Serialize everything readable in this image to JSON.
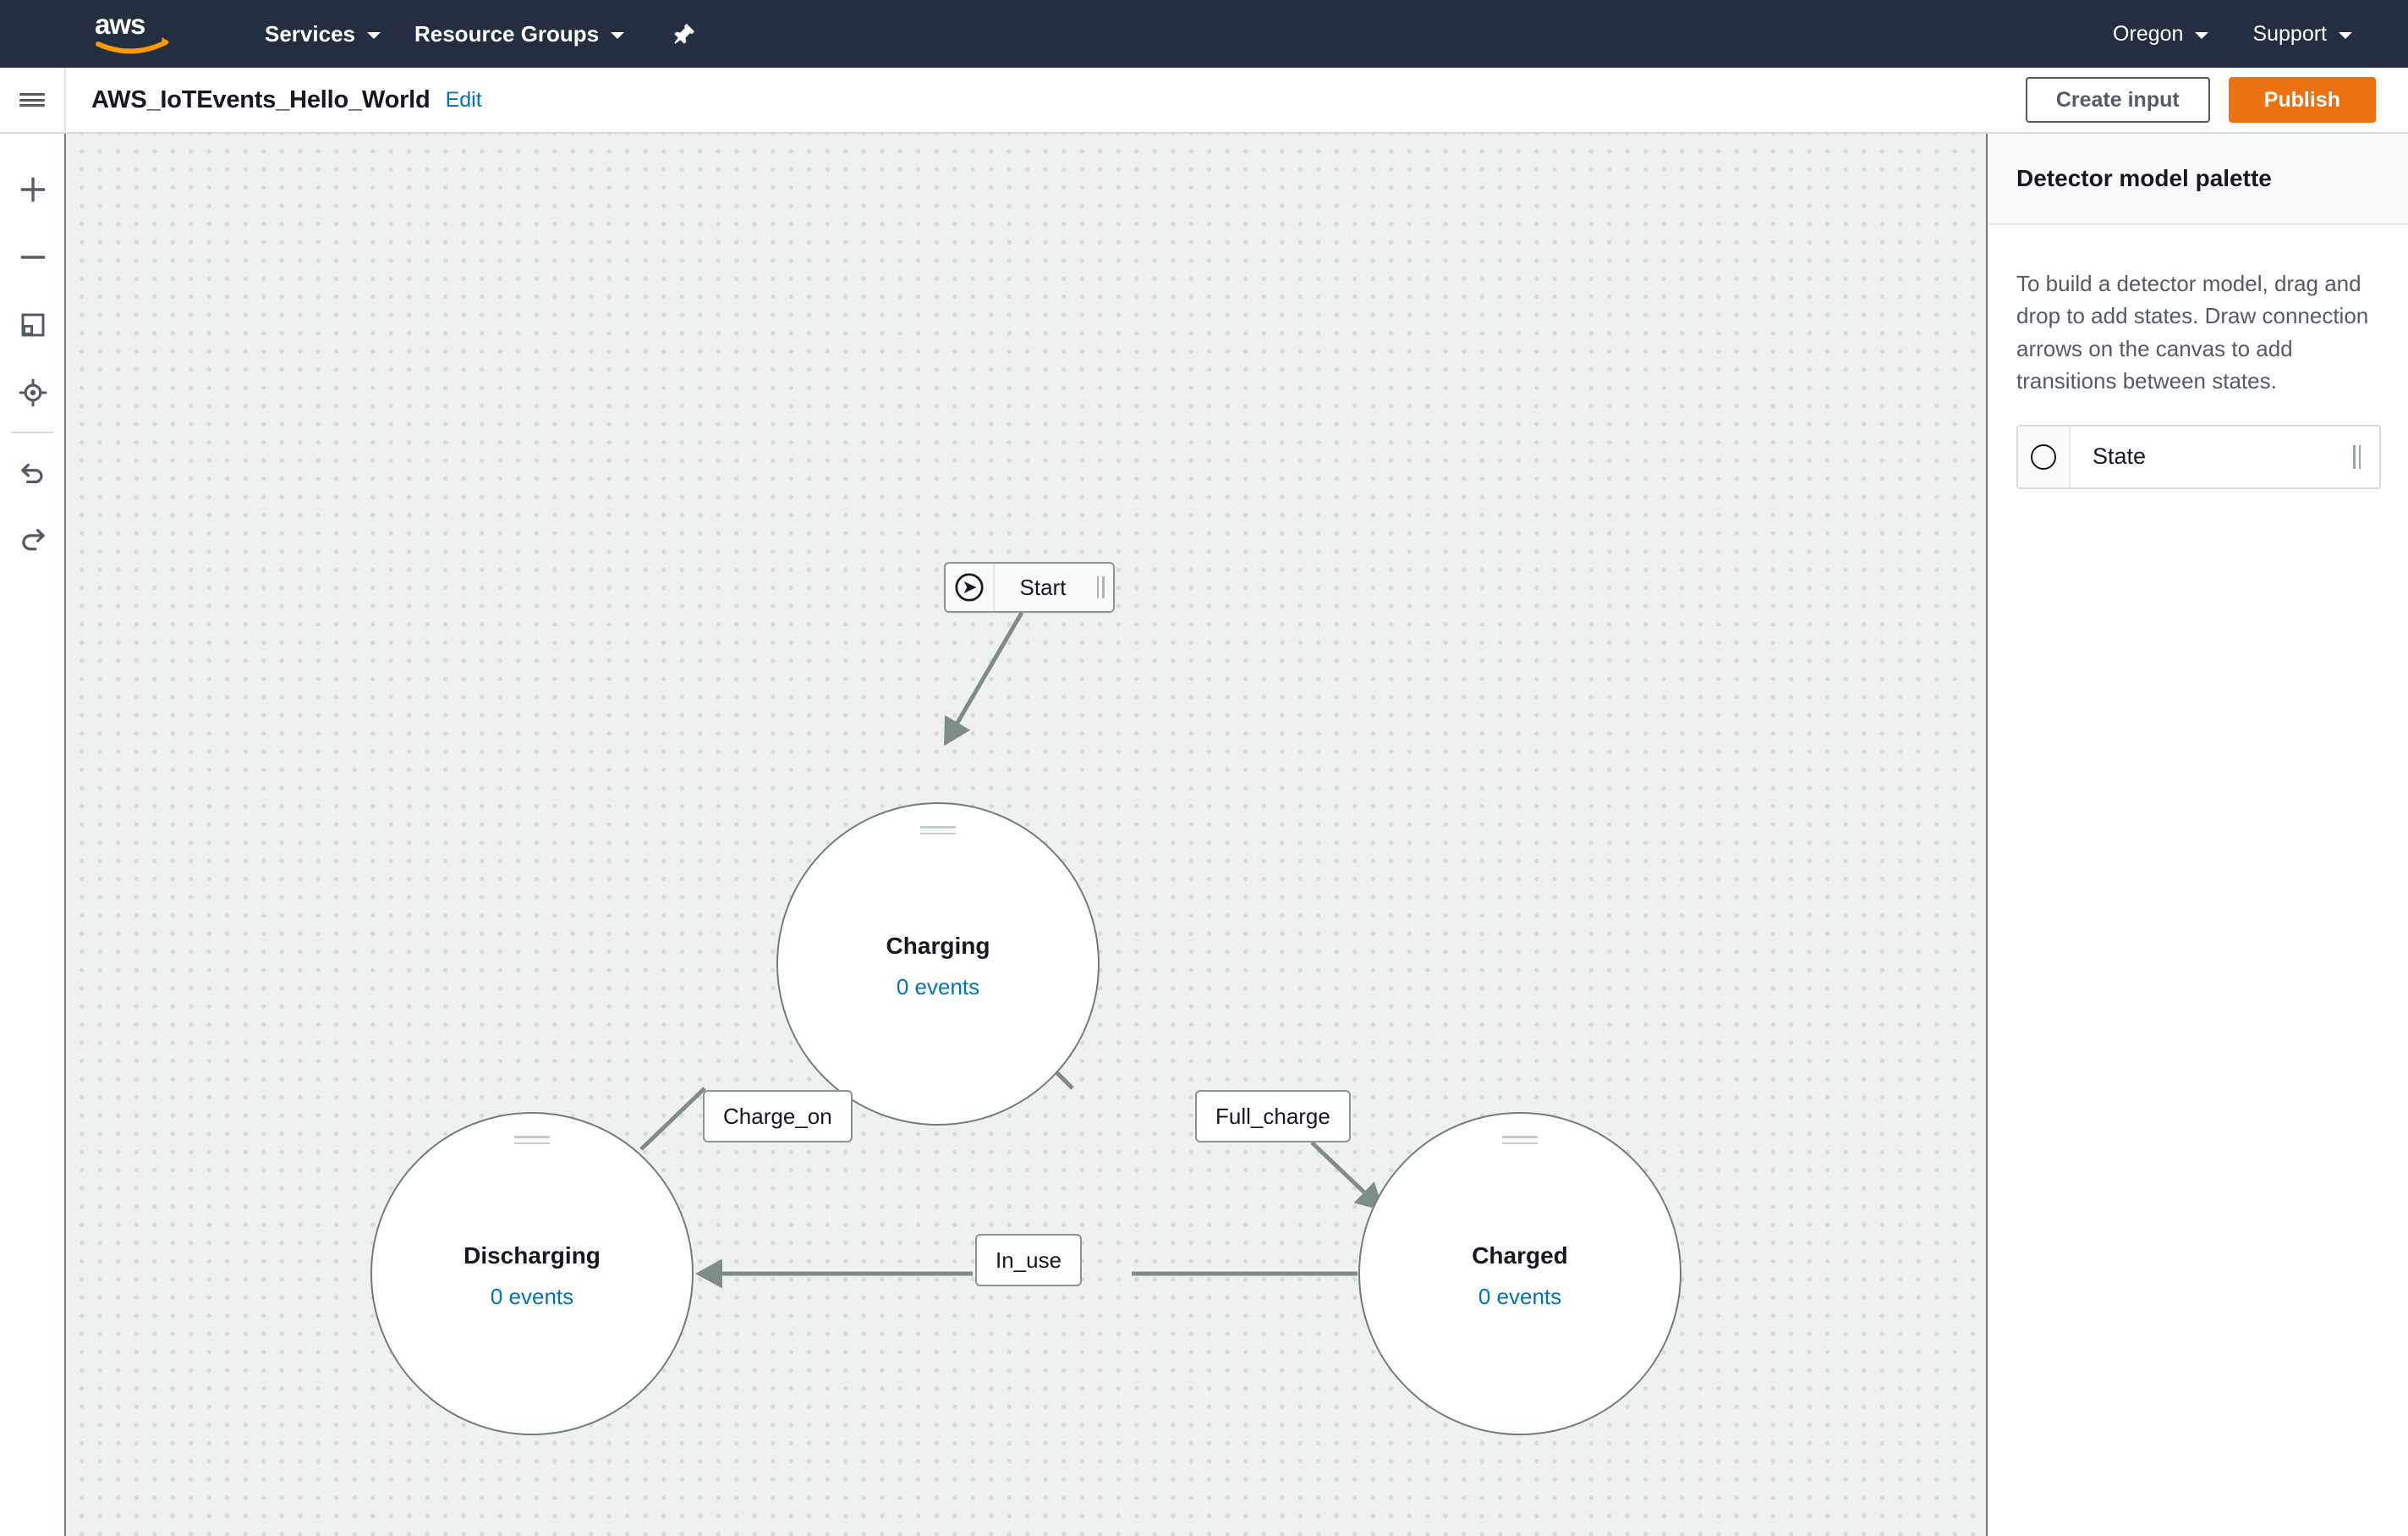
{
  "nav": {
    "logo_alt": "aws-logo",
    "items": [
      {
        "label": "Services",
        "caret": true
      },
      {
        "label": "Resource Groups",
        "caret": true
      }
    ],
    "pin_icon": "pushpin-icon",
    "right_items": [
      {
        "label": "Oregon",
        "caret": true
      },
      {
        "label": "Support",
        "caret": true
      }
    ]
  },
  "header": {
    "menu_icon": "hamburger-icon",
    "title": "AWS_IoTEvents_Hello_World",
    "edit_label": "Edit",
    "create_input_label": "Create input",
    "publish_label": "Publish"
  },
  "toolbar": {
    "items": [
      {
        "name": "zoom-in-icon",
        "tooltip": "Zoom in"
      },
      {
        "name": "zoom-out-icon",
        "tooltip": "Zoom out"
      },
      {
        "name": "fit-to-screen-icon",
        "tooltip": "Fit to screen"
      },
      {
        "name": "center-target-icon",
        "tooltip": "Center"
      },
      {
        "name": "undo-icon",
        "tooltip": "Undo"
      },
      {
        "name": "redo-icon",
        "tooltip": "Redo"
      }
    ]
  },
  "canvas": {
    "start_node": {
      "label": "Start",
      "icon": "play-circle-icon"
    },
    "states": [
      {
        "id": "charging",
        "name": "Charging",
        "events": "0 events"
      },
      {
        "id": "discharging",
        "name": "Discharging",
        "events": "0 events"
      },
      {
        "id": "charged",
        "name": "Charged",
        "events": "0 events"
      }
    ],
    "transitions": [
      {
        "id": "charge-on",
        "label": "Charge_on",
        "from": "Discharging",
        "to": "Charging"
      },
      {
        "id": "full-charge",
        "label": "Full_charge",
        "from": "Charging",
        "to": "Charged"
      },
      {
        "id": "in-use",
        "label": "In_use",
        "from": "Charged",
        "to": "Discharging"
      },
      {
        "id": "start-edge",
        "label": "",
        "from": "Start",
        "to": "Charging"
      }
    ]
  },
  "palette": {
    "title": "Detector model palette",
    "description": "To build a detector model, drag and drop to add states. Draw connection arrows on the canvas to add transitions between states.",
    "item_label": "State",
    "item_icon": "circle-state-icon"
  },
  "colors": {
    "nav_background": "#232f3e",
    "brand_orange": "#ec7211",
    "link_blue": "#0073bb",
    "canvas_background": "#eff1f0",
    "edge_stroke": "#7e8d8a",
    "node_border": "#6f7d7b",
    "text_dark": "#16191f",
    "text_muted": "#545b64"
  }
}
